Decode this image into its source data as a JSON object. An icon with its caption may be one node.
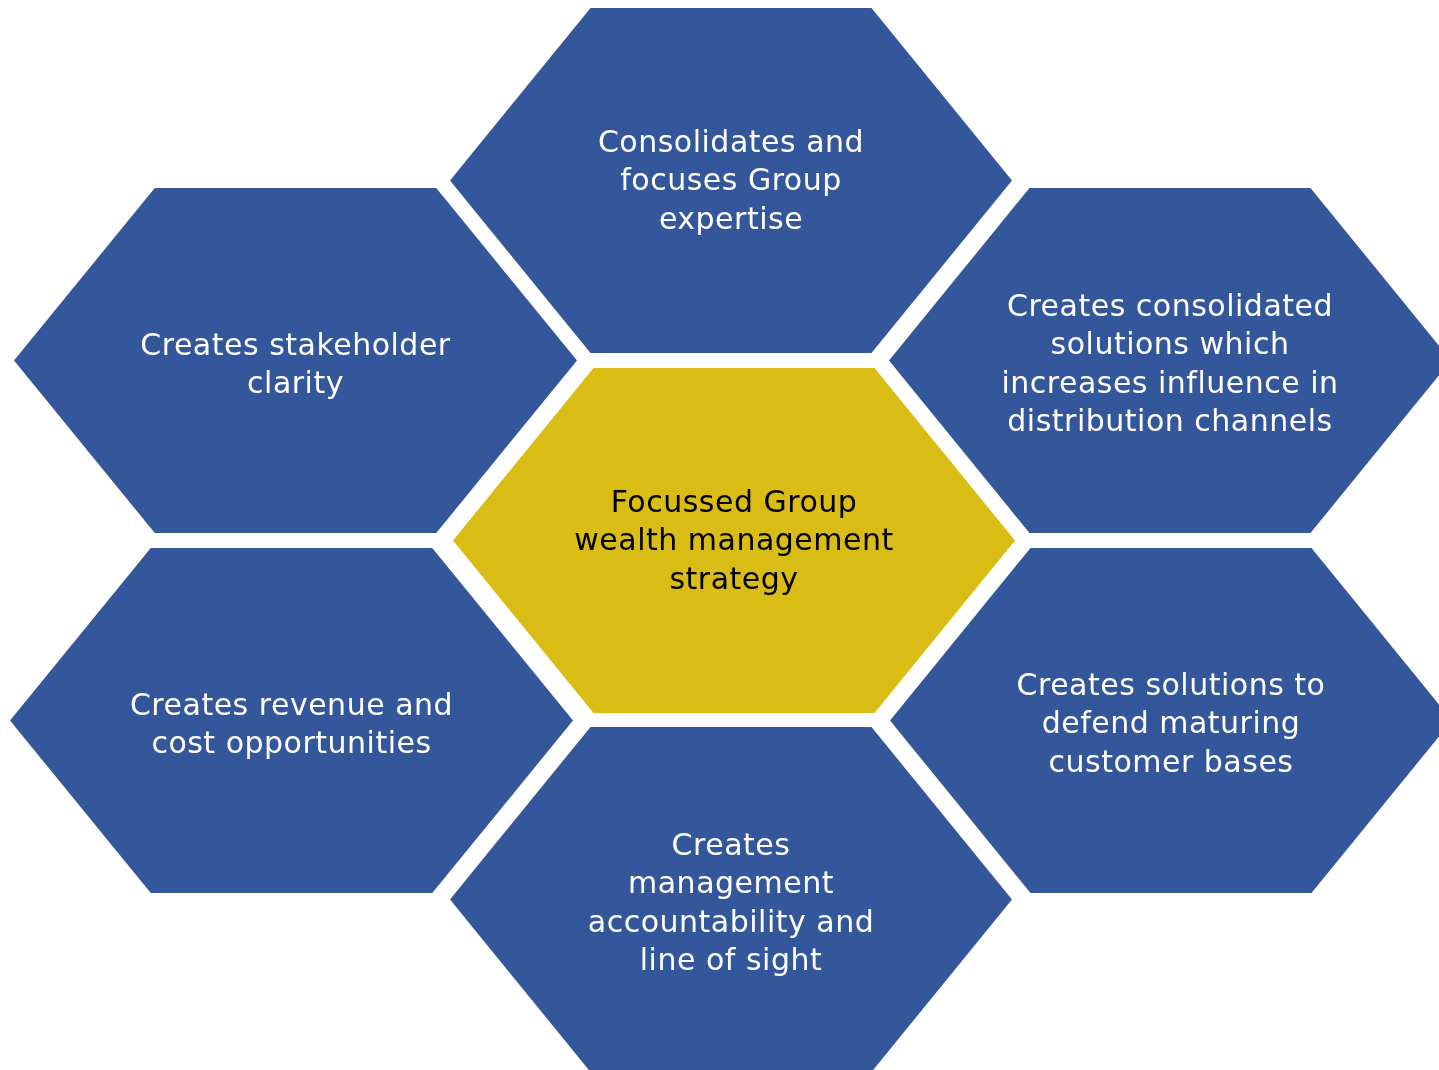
{
  "diagram": {
    "nodes": [
      {
        "text": [
          "Consolidates and focuses Group expertise"
        ]
      },
      {
        "text": [
          "Creates stakeholder clarity"
        ]
      },
      {
        "text": [
          "Creates consolidated solutions which increases influence in distribution channels"
        ]
      },
      {
        "text": [
          "Focussed Group wealth management strategy"
        ]
      },
      {
        "text": [
          "Creates revenue and cost opportunities"
        ]
      },
      {
        "text": [
          "Creates solutions to defend maturing customer bases"
        ]
      },
      {
        "text": [
          "Creates management accountability and line of sight"
        ]
      }
    ]
  }
}
